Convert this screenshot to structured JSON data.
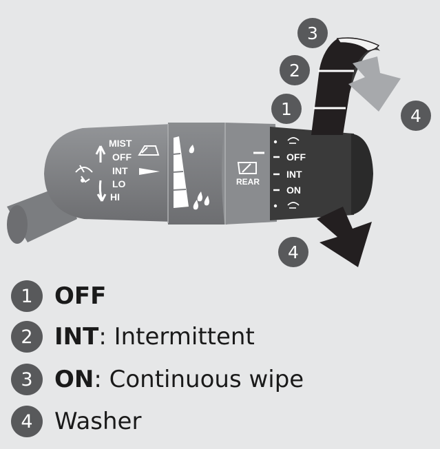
{
  "colors": {
    "background": "#e6e7e8",
    "lever_body": "#808285",
    "lever_dark": "#3a3a3a",
    "badge": "#58595b",
    "arrow_dark": "#231f20",
    "arrow_light": "#a7a9ac"
  },
  "lever": {
    "front_labels": [
      "MIST",
      "OFF",
      "INT",
      "LO",
      "HI"
    ],
    "rear_label": "REAR",
    "ring_labels": [
      "OFF",
      "INT",
      "ON"
    ],
    "icons": [
      "wiper-icon",
      "washer-icon",
      "rain-drop-icon",
      "rear-wiper-icon"
    ]
  },
  "callouts": [
    "1",
    "2",
    "3",
    "4",
    "4"
  ],
  "legend": [
    {
      "number": "1",
      "term": "OFF",
      "description": ""
    },
    {
      "number": "2",
      "term": "INT",
      "description": ": Intermittent"
    },
    {
      "number": "3",
      "term": "ON",
      "description": ": Continuous wipe"
    },
    {
      "number": "4",
      "term": "",
      "description": "Washer"
    }
  ]
}
